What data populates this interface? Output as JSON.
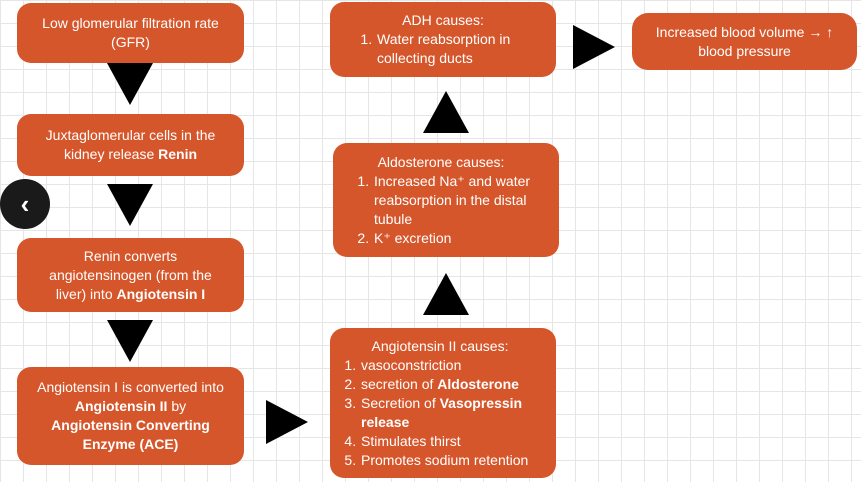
{
  "left_column": {
    "box1": {
      "line1": "Low glomerular filtration rate",
      "line2": "(GFR)"
    },
    "box2": {
      "line1": "Juxtaglomerular cells in the",
      "line2_prefix": "kidney release ",
      "line2_bold": "Renin"
    },
    "box3": {
      "line1": "Renin converts",
      "line2": "angiotensinogen (from the",
      "line3_prefix": "liver) into ",
      "line3_bold": "Angiotensin I"
    },
    "box4": {
      "line1": "Angiotensin I is converted into",
      "line2_bold": "Angiotensin II",
      "line2_suffix": " by",
      "line3_bold": "Angiotensin Converting",
      "line4_bold": "Enzyme (ACE)"
    }
  },
  "middle_column": {
    "angiotensin2": {
      "heading": "Angiotensin II causes:",
      "item1": "vasoconstriction",
      "item2_prefix": "secretion of ",
      "item2_bold": "Aldosterone",
      "item3_prefix": "Secretion of ",
      "item3_bold": "Vasopressin release",
      "item4": "Stimulates thirst",
      "item5": "Promotes sodium retention"
    },
    "aldosterone": {
      "heading": "Aldosterone causes:",
      "item1": "Increased Na⁺ and water reabsorption in the distal tubule",
      "item2": "K⁺ excretion"
    },
    "adh": {
      "heading": "ADH causes:",
      "item1": "Water reabsorption in collecting ducts"
    }
  },
  "result": {
    "line1": "Increased blood volume → ↑",
    "line2": "blood pressure"
  },
  "nav": {
    "back_glyph": "‹"
  },
  "colors": {
    "box": "#d6562b",
    "arrow": "#000000",
    "grid": "#e6e6e6"
  }
}
